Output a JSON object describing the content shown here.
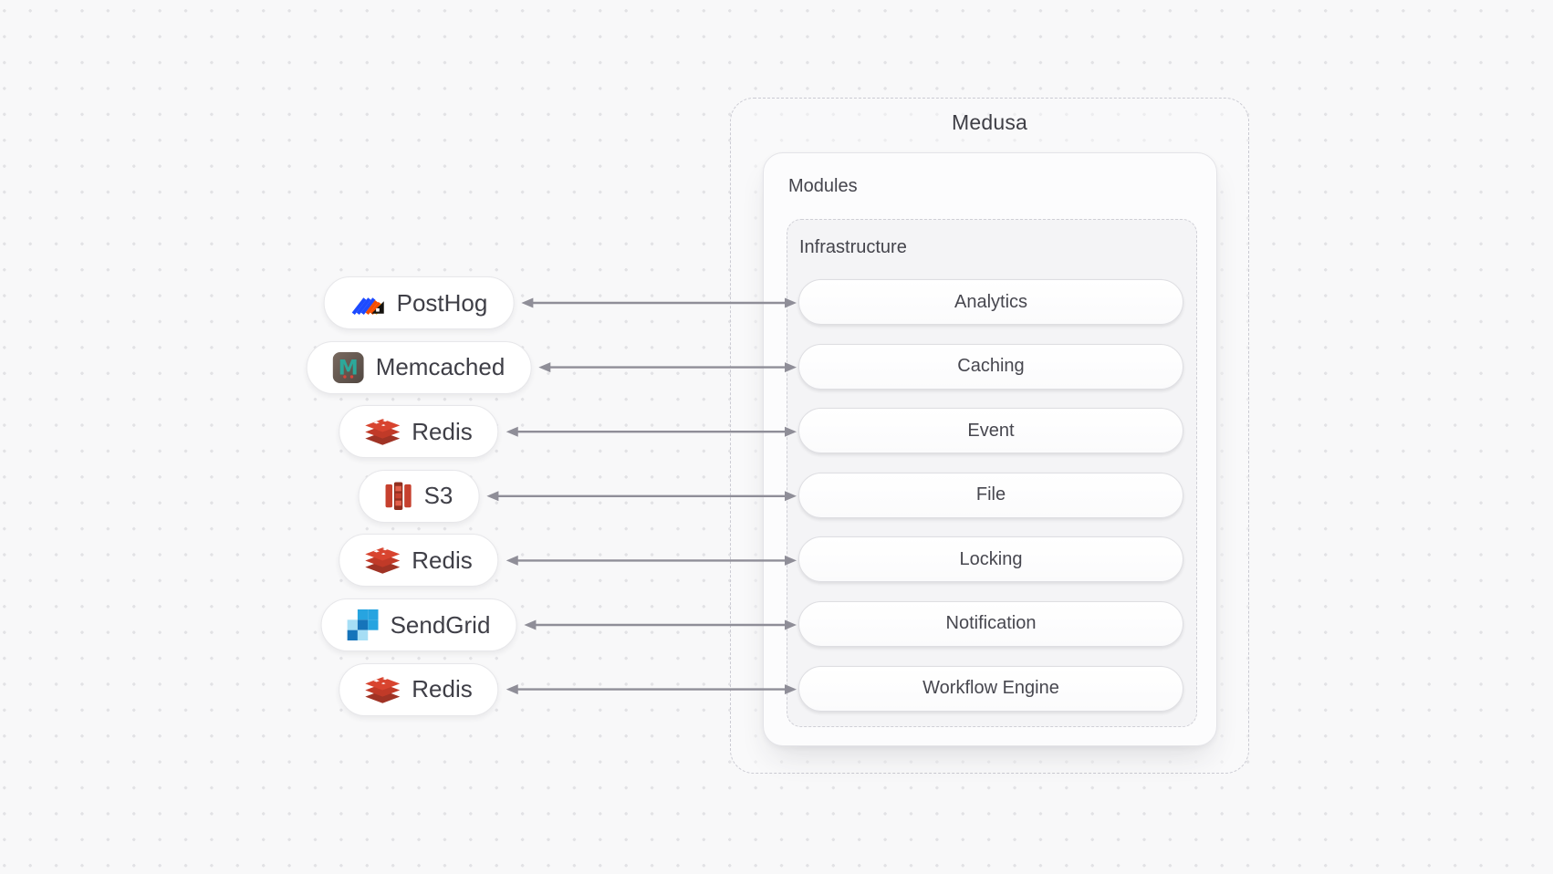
{
  "diagram": {
    "title": "Medusa",
    "modules_label": "Modules",
    "group_label": "Infrastructure",
    "modules": [
      "Analytics",
      "Caching",
      "Event",
      "File",
      "Locking",
      "Notification",
      "Workflow Engine"
    ],
    "services": [
      {
        "name": "PostHog",
        "icon": "posthog-icon"
      },
      {
        "name": "Memcached",
        "icon": "memcached-icon"
      },
      {
        "name": "Redis",
        "icon": "redis-icon"
      },
      {
        "name": "S3",
        "icon": "s3-icon"
      },
      {
        "name": "Redis",
        "icon": "redis-icon"
      },
      {
        "name": "SendGrid",
        "icon": "sendgrid-icon"
      },
      {
        "name": "Redis",
        "icon": "redis-icon"
      }
    ],
    "connections": [
      {
        "from": "PostHog",
        "to": "Analytics",
        "bidirectional": true
      },
      {
        "from": "Memcached",
        "to": "Caching",
        "bidirectional": true
      },
      {
        "from": "Redis",
        "to": "Event",
        "bidirectional": true
      },
      {
        "from": "S3",
        "to": "File",
        "bidirectional": true
      },
      {
        "from": "Redis",
        "to": "Locking",
        "bidirectional": true
      },
      {
        "from": "SendGrid",
        "to": "Notification",
        "bidirectional": true
      },
      {
        "from": "Redis",
        "to": "Workflow Engine",
        "bidirectional": true
      }
    ],
    "colors": {
      "canvas_background": "#f8f8f9",
      "dot_grid": "#e2e2e5",
      "arrow": "#8f8e98",
      "text": "#3f3f46",
      "dashed_border": "#cbcbd3",
      "posthog_blue": "#1d4aff",
      "posthog_orange": "#f54e00",
      "posthog_yellow": "#f9bd2b",
      "memcached_teal": "#2ca89a",
      "redis_red": "#d8442f",
      "s3_red": "#c6402e",
      "sendgrid_blue": "#27a4e0"
    }
  }
}
